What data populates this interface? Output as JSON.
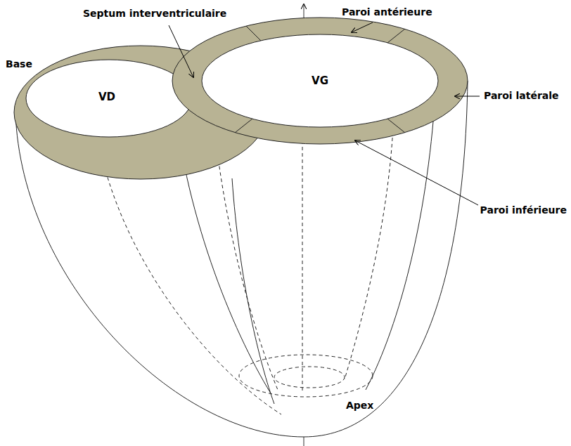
{
  "diagram": {
    "labels": [
      "Septum interventriculaire",
      "Paroi antérieure",
      "Base",
      "VD",
      "VG",
      "Paroi latérale",
      "Paroi inférieure",
      "Apex"
    ]
  }
}
